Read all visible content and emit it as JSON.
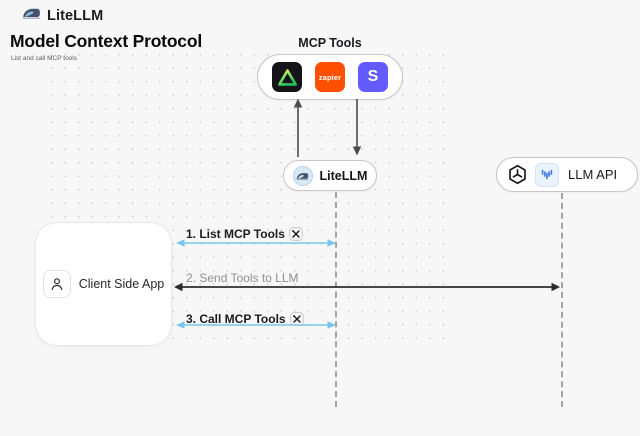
{
  "header": {
    "brand": "LiteLLM",
    "title": "Model Context Protocol",
    "subtitle": "List and call MCP tools"
  },
  "mcp_tools": {
    "label": "MCP Tools",
    "tools": [
      {
        "name": "triangle-tool"
      },
      {
        "name": "zapier",
        "label": "zapier"
      },
      {
        "name": "stripe",
        "label": "S"
      }
    ]
  },
  "nodes": {
    "litellm": {
      "label": "LiteLLM"
    },
    "llm_api": {
      "label": "LLM API"
    },
    "client": {
      "label": "Client Side App"
    }
  },
  "sequence": {
    "steps": [
      {
        "label": "1. List MCP Tools",
        "tool_icon": true,
        "arrow": "blue-double"
      },
      {
        "label": "2. Send Tools to LLM",
        "tool_icon": false,
        "arrow": "black-double"
      },
      {
        "label": "3. Call MCP Tools",
        "tool_icon": true,
        "arrow": "blue-double"
      }
    ]
  },
  "colors": {
    "background": "#f7f7f8",
    "node_border": "#c6c6cb",
    "accent_blue_arrow": "#7cc5ea",
    "dark_arrow": "#2c2c30",
    "zapier_orange": "#ff4f00",
    "stripe_purple": "#635bff",
    "tool_tile_black": "#141419",
    "triangle_green": "#21c45d"
  }
}
